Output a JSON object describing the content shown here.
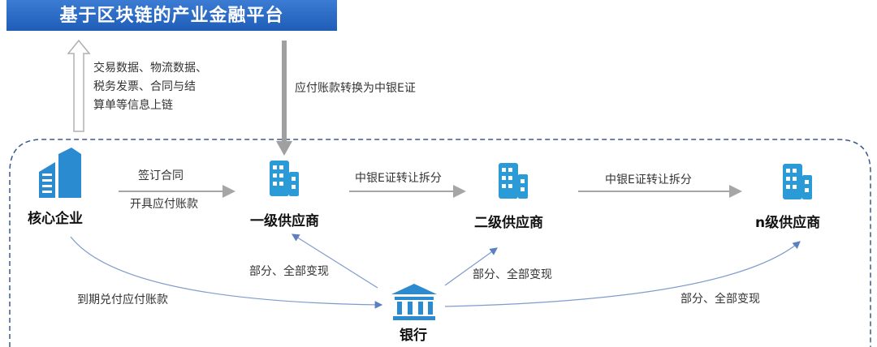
{
  "title": "基于区块链的产业金融平台",
  "upload_text": [
    "交易数据、物流数据、",
    "税务发票、合同与结",
    "算单等信息上链"
  ],
  "convert_text": "应付账款转换为中银E证",
  "nodes": {
    "core": "核心企业",
    "tier1": "一级供应商",
    "tier2": "二级供应商",
    "tiern": "n级供应商",
    "bank": "银行"
  },
  "edges": {
    "sign_contract": "签订合同",
    "issue_payable": "开具应付账款",
    "transfer1": "中银E证转让拆分",
    "transfer2": "中银E证转让拆分",
    "maturity_pay": "到期兑付应付账款",
    "cash1": "部分、全部变现",
    "cash2": "部分、全部变现",
    "cash3": "部分、全部变现"
  },
  "colors": {
    "blue": "#2a8bd0",
    "title_bg": "#2b68c4",
    "arrow_gray": "#a6a6a6",
    "curve_blue": "#6d8fc7"
  }
}
